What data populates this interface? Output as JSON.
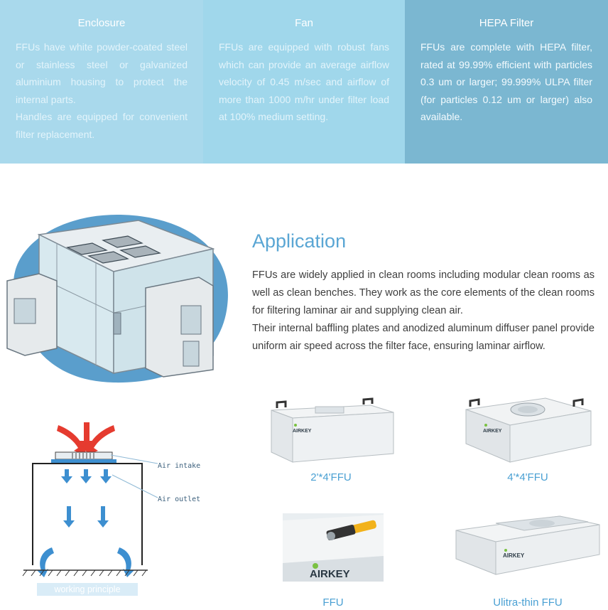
{
  "features": [
    {
      "title": "Enclosure",
      "paragraphs": [
        "FFUs have white powder-coated steel or stainless steel or galvanized aluminium housing to protect the internal parts.",
        "Handles are equipped for convenient filter replacement."
      ]
    },
    {
      "title": "Fan",
      "paragraphs": [
        "FFUs are equipped with robust fans which can provide an average airflow velocity of 0.45 m/sec and airflow of more than 1000 m/hr under filter load at 100% medium setting."
      ]
    },
    {
      "title": "HEPA Filter",
      "paragraphs": [
        "FFUs are complete with HEPA filter, rated at 99.99% efficient with particles 0.3 um or larger; 99.999% ULPA filter (for particles 0.12 um or larger) also available."
      ]
    }
  ],
  "application": {
    "title": "Application",
    "paragraphs": [
      "FFUs are widely applied in clean rooms including modular clean rooms as well as clean benches. They work as the core elements of the clean rooms for filtering laminar air and supplying clean air.",
      "Their internal baffling plates and anodized aluminum diffuser panel provide uniform air speed across the filter face, ensuring laminar airflow."
    ]
  },
  "diagram": {
    "air_intake": "Air intake",
    "air_outlet": "Air outlet",
    "caption": "working principle"
  },
  "products": [
    {
      "label": "2'*4'FFU",
      "brand": "AIRKEY"
    },
    {
      "label": "4'*4'FFU",
      "brand": "AIRKEY"
    },
    {
      "label": "FFU",
      "brand": "AIRKEY"
    },
    {
      "label": "Ulitra-thin FFU",
      "brand": "AIRKEY"
    }
  ],
  "colors": {
    "card1": "#a9d9ec",
    "card2": "#a0d7eb",
    "card3": "#7bb7d1",
    "accent": "#5aa6d4",
    "arrow_red": "#e53b2f",
    "arrow_blue": "#3d8fd0"
  }
}
